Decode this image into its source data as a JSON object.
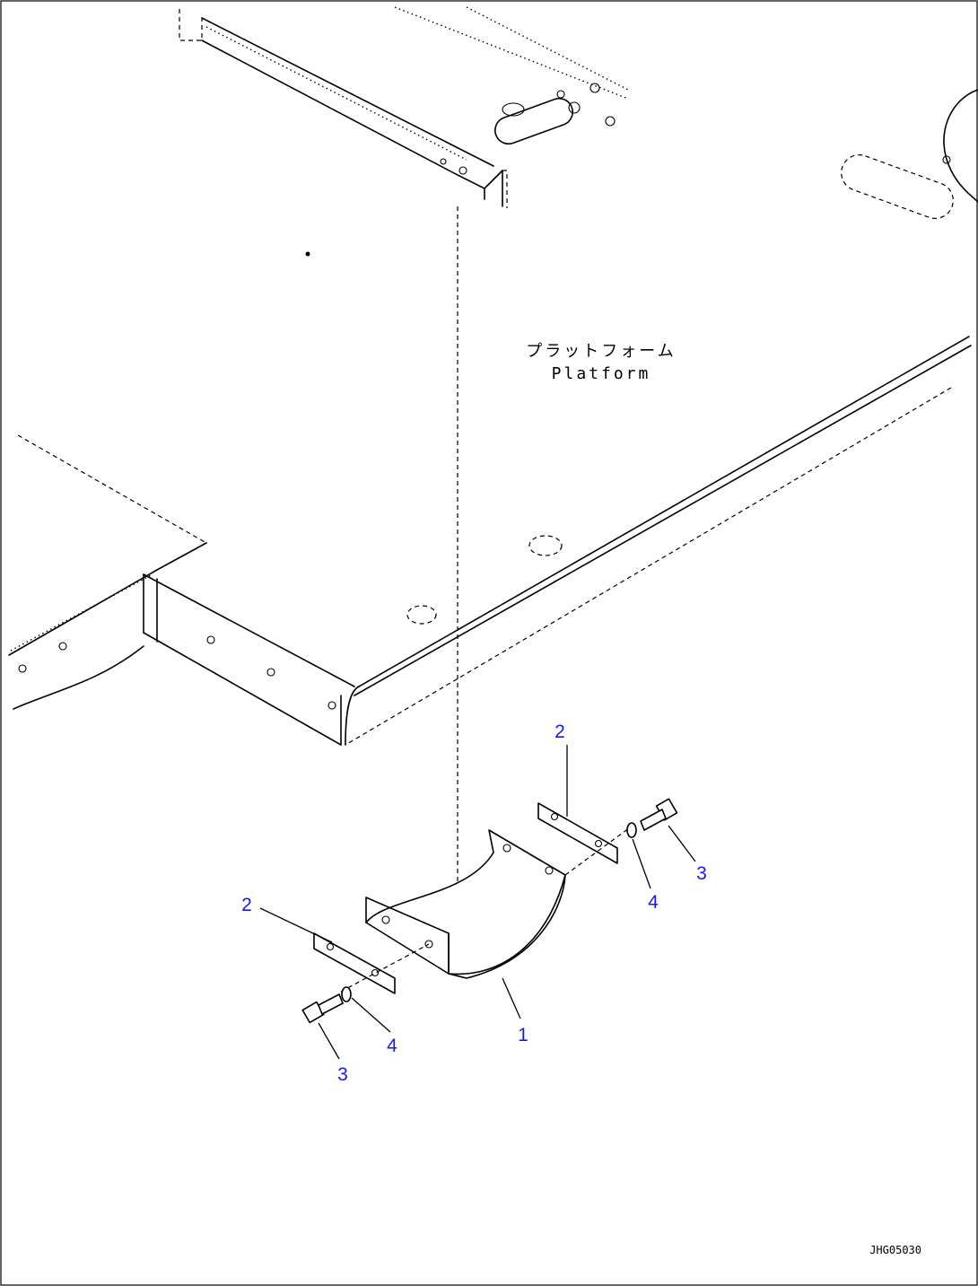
{
  "diagram": {
    "platform_label_jp": "プラットフォーム",
    "platform_label_en": "Platform",
    "drawing_code": "JHG05030",
    "callouts": [
      {
        "id": "cover",
        "text": "1"
      },
      {
        "id": "plate-right",
        "text": "2"
      },
      {
        "id": "plate-left",
        "text": "2"
      },
      {
        "id": "bolt-right",
        "text": "3"
      },
      {
        "id": "bolt-left",
        "text": "3"
      },
      {
        "id": "washer-right",
        "text": "4"
      },
      {
        "id": "washer-left",
        "text": "4"
      }
    ]
  }
}
